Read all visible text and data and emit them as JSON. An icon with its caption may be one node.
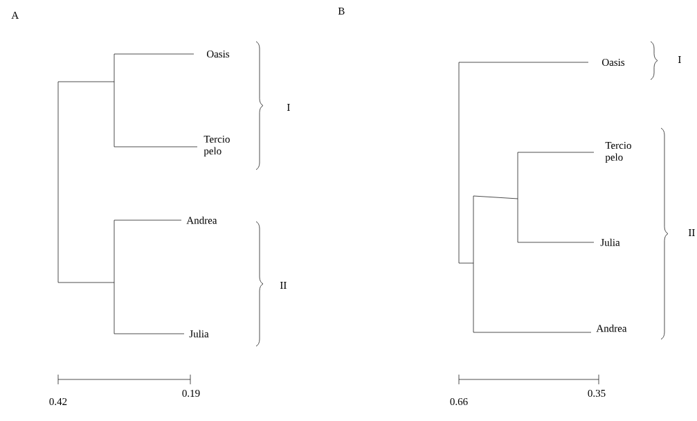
{
  "diagram": {
    "labels": [
      "A",
      "B",
      "Oasis",
      "I",
      "Oasis",
      "I",
      "Tercio pelo",
      "Tercio pelo",
      "Julia",
      "II",
      "Andrea",
      "II",
      "Andrea",
      "Julia",
      "0.42",
      "0.19",
      "0.66",
      "0.35"
    ]
  }
}
